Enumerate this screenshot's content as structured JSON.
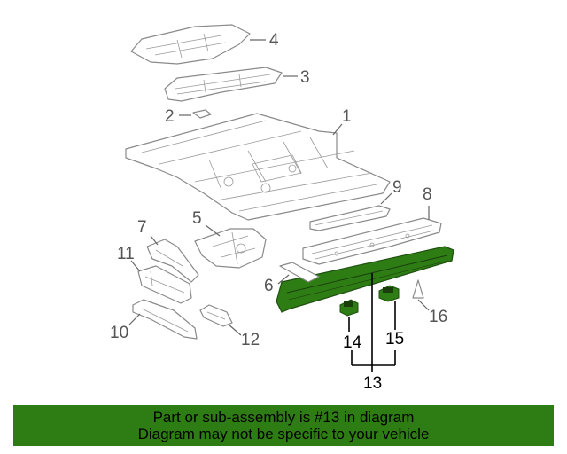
{
  "callouts": {
    "c1": "1",
    "c2": "2",
    "c3": "3",
    "c4": "4",
    "c5": "5",
    "c6": "6",
    "c7": "7",
    "c8": "8",
    "c9": "9",
    "c10": "10",
    "c11": "11",
    "c12": "12",
    "c13": "13",
    "c14": "14",
    "c15": "15",
    "c16": "16"
  },
  "banner": {
    "line1": "Part or sub-assembly is #13 in diagram",
    "line2": "Diagram may not be specific to your vehicle"
  },
  "colors": {
    "highlight": "#2e7d14",
    "banner": "#2e7d14",
    "outline": "#8a8a8a"
  }
}
